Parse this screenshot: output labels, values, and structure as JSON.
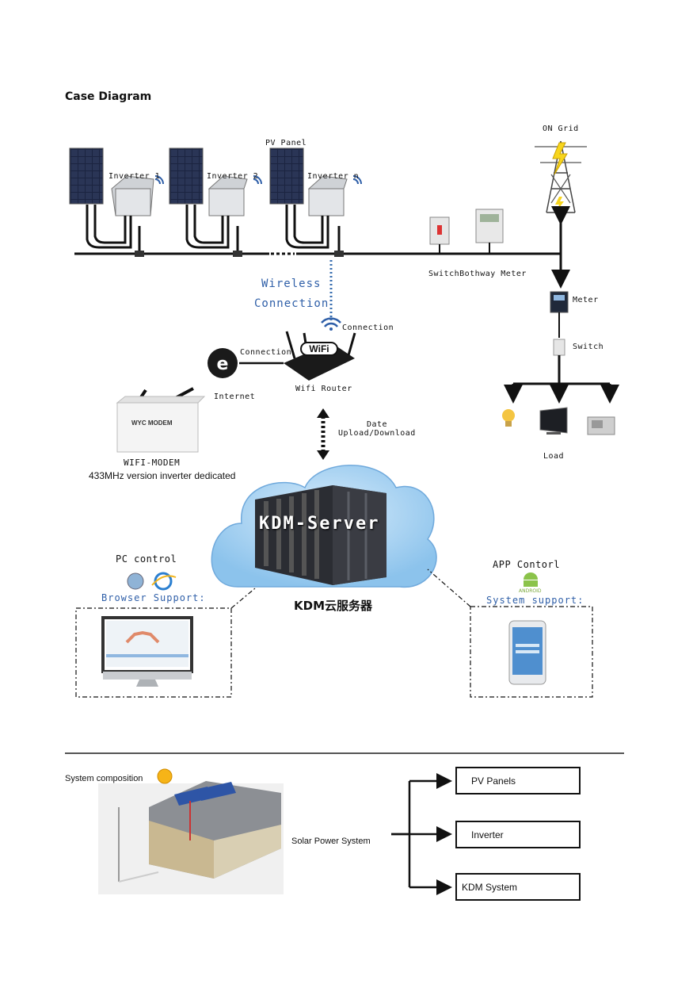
{
  "title": "Case Diagram",
  "labels": {
    "pv_panel": "PV Panel",
    "inverter1": "Inverter 1",
    "inverter2": "Inverter 2",
    "invertern": "Inverter n",
    "on_grid": "ON Grid",
    "switch_bothway_meter": "SwitchBothway Meter",
    "meter": "Meter",
    "switch": "Switch",
    "load": "Load",
    "wireless1": "Wireless",
    "wireless2": "Connection",
    "connection_wifi": "Connection",
    "connection_internet": "Connection",
    "internet": "Internet",
    "wifi_router": "Wifi Router",
    "date": "Date",
    "upload_download": "Upload/Download",
    "wifi_modem": "WIFI-MODEM",
    "modem_note": "433MHz version inverter dedicated",
    "modem_brand": "WYC MODEM",
    "kdm_server": "KDM-Server",
    "kdm_cloud": "KDM云服务器",
    "pc_control": "PC control",
    "browser_support": "Browser Support:",
    "app_control": "APP Contorl",
    "android": "ANDROID",
    "system_support": "System support:",
    "wifi_logo": "WiFi"
  },
  "composition": {
    "title": "System composition",
    "root": "Solar Power System",
    "items": [
      "PV Panels",
      "Inverter",
      "KDM System"
    ]
  },
  "colors": {
    "line": "#111111",
    "wireless": "#3a6fb0",
    "cloud": "#a9d2f2",
    "panel": "#1b2440"
  }
}
